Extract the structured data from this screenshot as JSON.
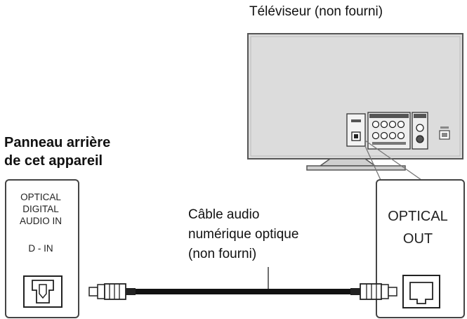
{
  "tv": {
    "label": "Téléviseur (non fourni)"
  },
  "panel": {
    "title_line1": "Panneau arrière",
    "title_line2": "de cet appareil"
  },
  "input_port": {
    "line1": "OPTICAL",
    "line2": "DIGITAL",
    "line3": "AUDIO IN",
    "line4": "D - IN"
  },
  "output_port": {
    "line1": "OPTICAL",
    "line2": "OUT"
  },
  "cable": {
    "line1": "Câble audio",
    "line2": "numérique optique",
    "line3": "(non fourni)"
  }
}
